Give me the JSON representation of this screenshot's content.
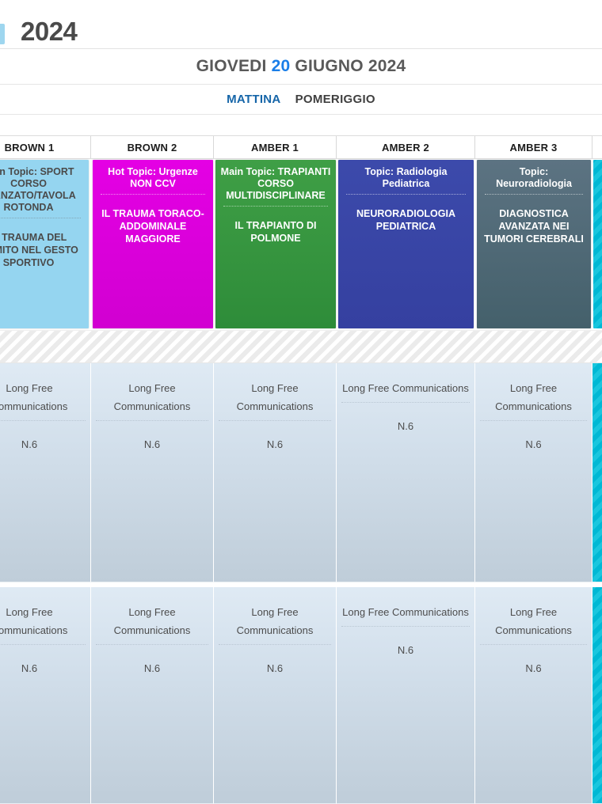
{
  "banner": {
    "year": "2024"
  },
  "header": {
    "day_name": "GIOVEDI",
    "day_number": "20",
    "month_year": "GIUGNO 2024",
    "accent_color": "#1a7ee8"
  },
  "tabs": [
    {
      "label": "MATTINA",
      "active": true
    },
    {
      "label": "POMERIGGIO",
      "active": false
    }
  ],
  "columns": [
    {
      "label": "BROWN 1"
    },
    {
      "label": "BROWN 2"
    },
    {
      "label": "AMBER 1"
    },
    {
      "label": "AMBER 2"
    },
    {
      "label": "AMBER 3"
    },
    {
      "label": ""
    }
  ],
  "sessions": [
    {
      "room": "BROWN 1",
      "topic": "Main Topic: SPORT CORSO AVANZATO/TAVOLA ROTONDA",
      "title": "IL TRAUMA DEL GOMITO NEL GESTO SPORTIVO",
      "color": "#95d5f0",
      "theme": "c-lightblue"
    },
    {
      "room": "BROWN 2",
      "topic": "Hot Topic: Urgenze NON CCV",
      "title": "IL TRAUMA TORACO-ADDOMINALE MAGGIORE",
      "color": "#e400e4",
      "theme": "c-magenta"
    },
    {
      "room": "AMBER 1",
      "topic": "Main Topic: TRAPIANTI CORSO MULTIDISCIPLINARE",
      "title": "IL TRAPIANTO DI POLMONE",
      "color": "#3f9f46",
      "theme": "c-green"
    },
    {
      "room": "AMBER 2",
      "topic": "Topic: Radiologia Pediatrica",
      "title": "NEURORADIOLOGIA PEDIATRICA",
      "color": "#3c4aab",
      "theme": "c-blue"
    },
    {
      "room": "AMBER 3",
      "topic": "Topic: Neuroradiologia",
      "title": "DIAGNOSTICA AVANZATA NEI TUMORI CEREBRALI",
      "color": "#5c7382",
      "theme": "c-slate"
    },
    {
      "room": "",
      "topic": "",
      "title": "",
      "color": "#00b8d4",
      "theme": "c-cyan"
    }
  ],
  "free_communication_blocks": [
    {
      "cells": [
        {
          "label": "Long Free Communications",
          "count": "N.6"
        },
        {
          "label": "Long Free Communications",
          "count": "N.6"
        },
        {
          "label": "Long Free Communications",
          "count": "N.6"
        },
        {
          "label": "Long Free Communications",
          "count": "N.6"
        },
        {
          "label": "Long Free Communications",
          "count": "N.6"
        },
        {
          "label": "",
          "count": ""
        }
      ]
    },
    {
      "cells": [
        {
          "label": "Long Free Communications",
          "count": "N.6"
        },
        {
          "label": "Long Free Communications",
          "count": "N.6"
        },
        {
          "label": "Long Free Communications",
          "count": "N.6"
        },
        {
          "label": "Long Free Communications",
          "count": "N.6"
        },
        {
          "label": "Long Free Communications",
          "count": "N.6"
        },
        {
          "label": "",
          "count": ""
        }
      ]
    }
  ]
}
